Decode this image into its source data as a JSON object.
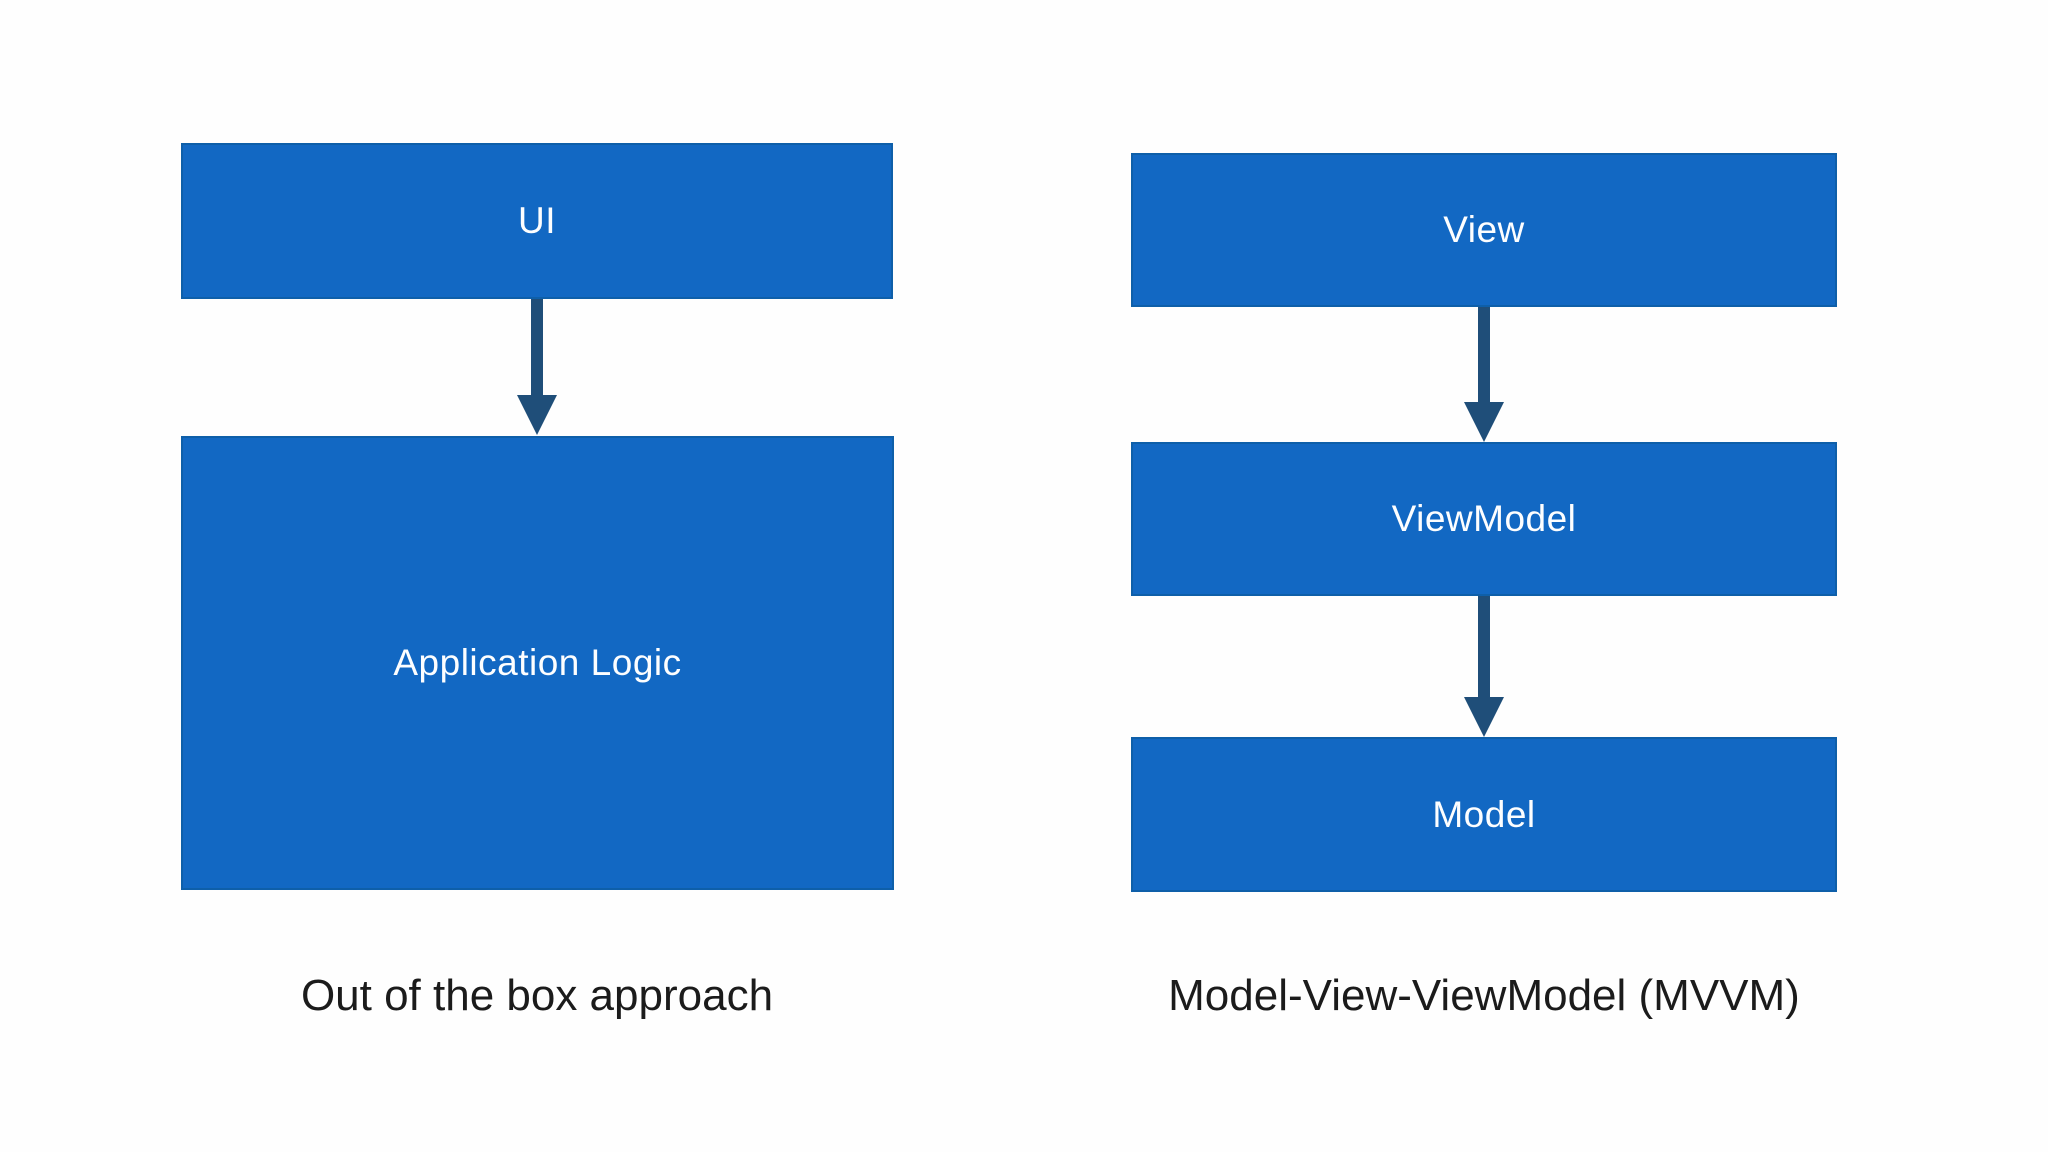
{
  "colors": {
    "box_fill": "#1268c3",
    "box_border": "#0e5fa9",
    "arrow": "#1f4e79",
    "box_label_text": "#fdfeff",
    "caption_text": "#1b1b1b",
    "page_bg": "#fefefe"
  },
  "left_diagram": {
    "caption": "Out of the box approach",
    "boxes": [
      {
        "label": "UI"
      },
      {
        "label": "Application Logic"
      }
    ]
  },
  "right_diagram": {
    "caption": "Model-View-ViewModel (MVVM)",
    "boxes": [
      {
        "label": "View"
      },
      {
        "label": "ViewModel"
      },
      {
        "label": "Model"
      }
    ]
  }
}
